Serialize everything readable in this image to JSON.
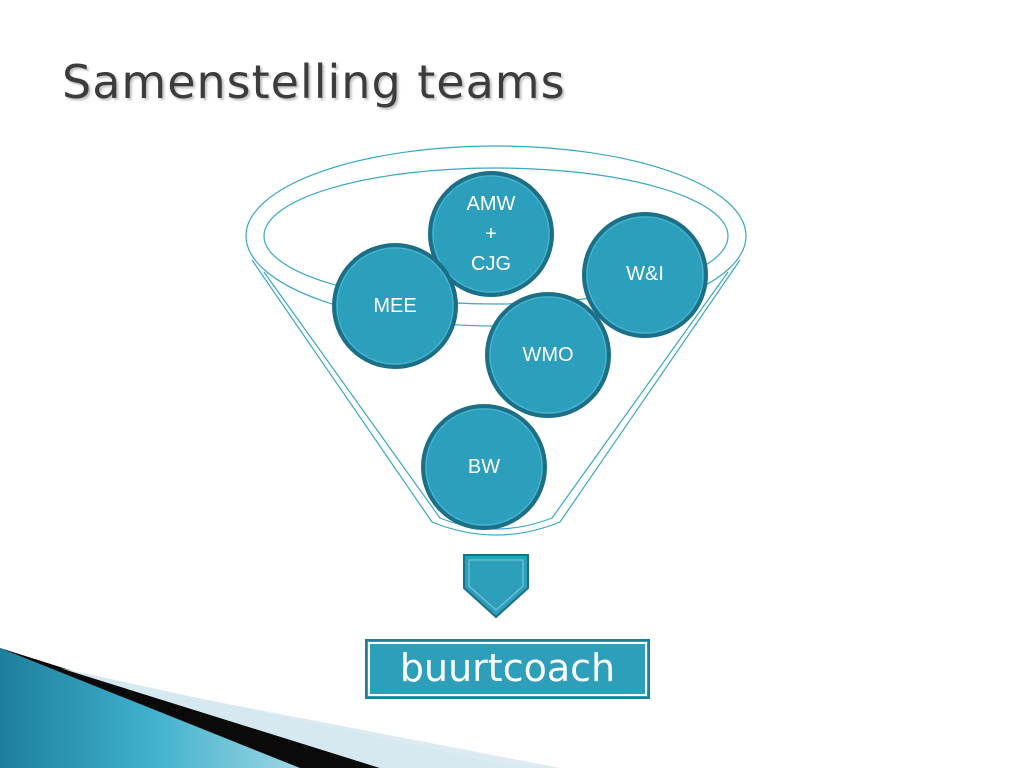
{
  "slide": {
    "title": "Samenstelling teams"
  },
  "diagram": {
    "nodes": [
      {
        "id": "amw",
        "lines": [
          "AMW",
          "+",
          "CJG"
        ]
      },
      {
        "id": "wi",
        "lines": [
          "W&I"
        ]
      },
      {
        "id": "mee",
        "lines": [
          "MEE"
        ]
      },
      {
        "id": "wmo",
        "lines": [
          "WMO"
        ]
      },
      {
        "id": "bw",
        "lines": [
          "BW"
        ]
      }
    ],
    "result": "buurtcoach"
  },
  "colors": {
    "circle_fill": "#2b9fbb",
    "circle_stroke": "#1b6f86",
    "funnel_stroke": "#3aa7c2",
    "arrow_fill": "#2d9fba",
    "title": "#3c3c3c"
  }
}
